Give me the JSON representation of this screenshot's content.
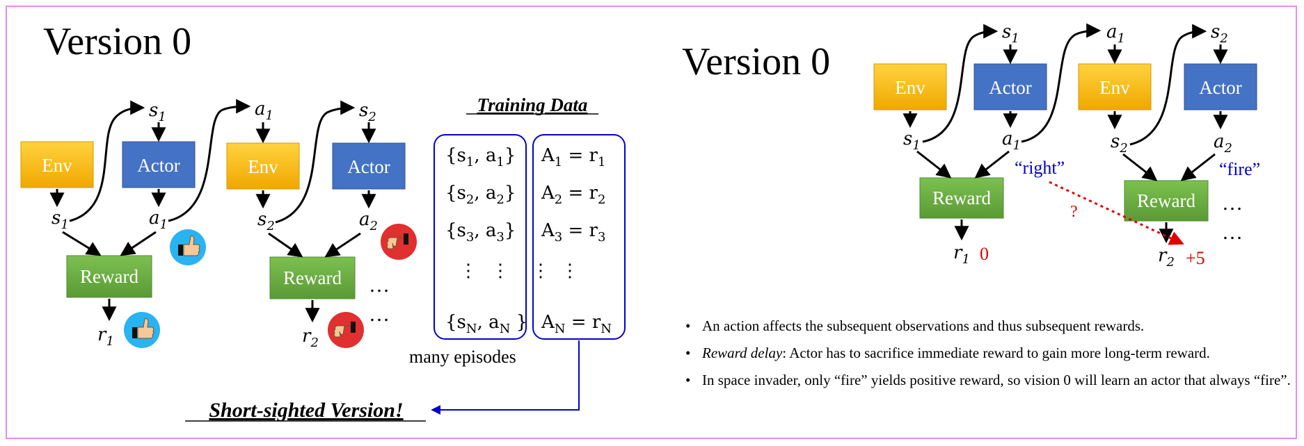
{
  "left": {
    "title": "Version 0",
    "nodes": {
      "env": "Env",
      "actor": "Actor",
      "reward": "Reward"
    },
    "training_data": {
      "heading": "Training Data",
      "pairs": [
        {
          "state": "s",
          "sidx": "1",
          "action": "a",
          "aidx": "1",
          "adv": "A",
          "advidx": "1",
          "rew": "r",
          "ridx": "1"
        },
        {
          "state": "s",
          "sidx": "2",
          "action": "a",
          "aidx": "2",
          "adv": "A",
          "advidx": "2",
          "rew": "r",
          "ridx": "2"
        },
        {
          "state": "s",
          "sidx": "3",
          "action": "a",
          "aidx": "3",
          "adv": "A",
          "advidx": "3",
          "rew": "r",
          "ridx": "3"
        },
        {
          "state": "s",
          "sidx": "N",
          "action": "a",
          "aidx": "N",
          "adv": "A",
          "advidx": "N",
          "rew": "r",
          "ridx": "N"
        }
      ],
      "footer": "many  episodes"
    },
    "conclusion": "Short-sighted Version!",
    "ellipsis": "…"
  },
  "right": {
    "title": "Version 0",
    "nodes": {
      "env": "Env",
      "actor": "Actor",
      "reward": "Reward"
    },
    "action_labels": [
      "“right”",
      "“fire”"
    ],
    "rewards": [
      "0",
      "+5"
    ],
    "question": "?",
    "ellipsis": "…"
  },
  "bullets": [
    {
      "em": "",
      "text": "An action affects the subsequent observations and thus subsequent rewards."
    },
    {
      "em": "Reward delay",
      "text": ": Actor has to sacrifice immediate reward to gain more long-term reward."
    },
    {
      "em": "",
      "text": "In space invader, only “fire” yields positive reward, so vision 0 will learn an actor that always “fire”."
    }
  ],
  "colors": {
    "env": "#f5b400",
    "actor": "#4472c4",
    "reward": "#70ad47",
    "blue": "#0000cc",
    "red": "#e00000",
    "frame": "#ee88ee"
  },
  "icons": [
    "thumbs-up-icon",
    "thumbs-down-icon"
  ]
}
